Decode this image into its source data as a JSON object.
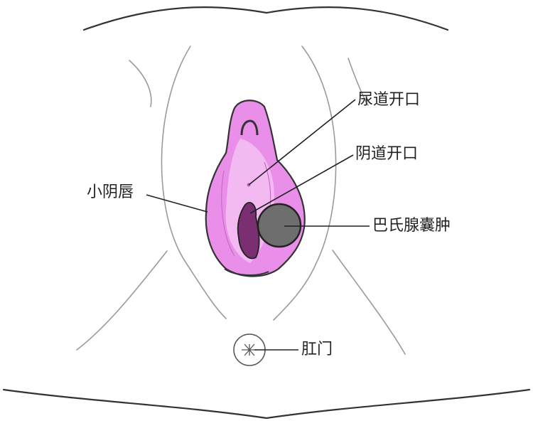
{
  "labels": {
    "urethral_opening": "尿道开口",
    "vaginal_opening": "阴道开口",
    "labia_minora": "小阴唇",
    "bartholin_cyst": "巴氏腺囊肿",
    "anus": "肛门"
  },
  "colors": {
    "labia_fill": "#e98ee9",
    "labia_inner": "#f3b9f1",
    "vaginal_opening": "#7a2f72",
    "cyst_fill": "#6e6e6e",
    "cyst_stroke": "#222222",
    "outline": "#333333",
    "fold_lines": "#9a9a9a"
  }
}
